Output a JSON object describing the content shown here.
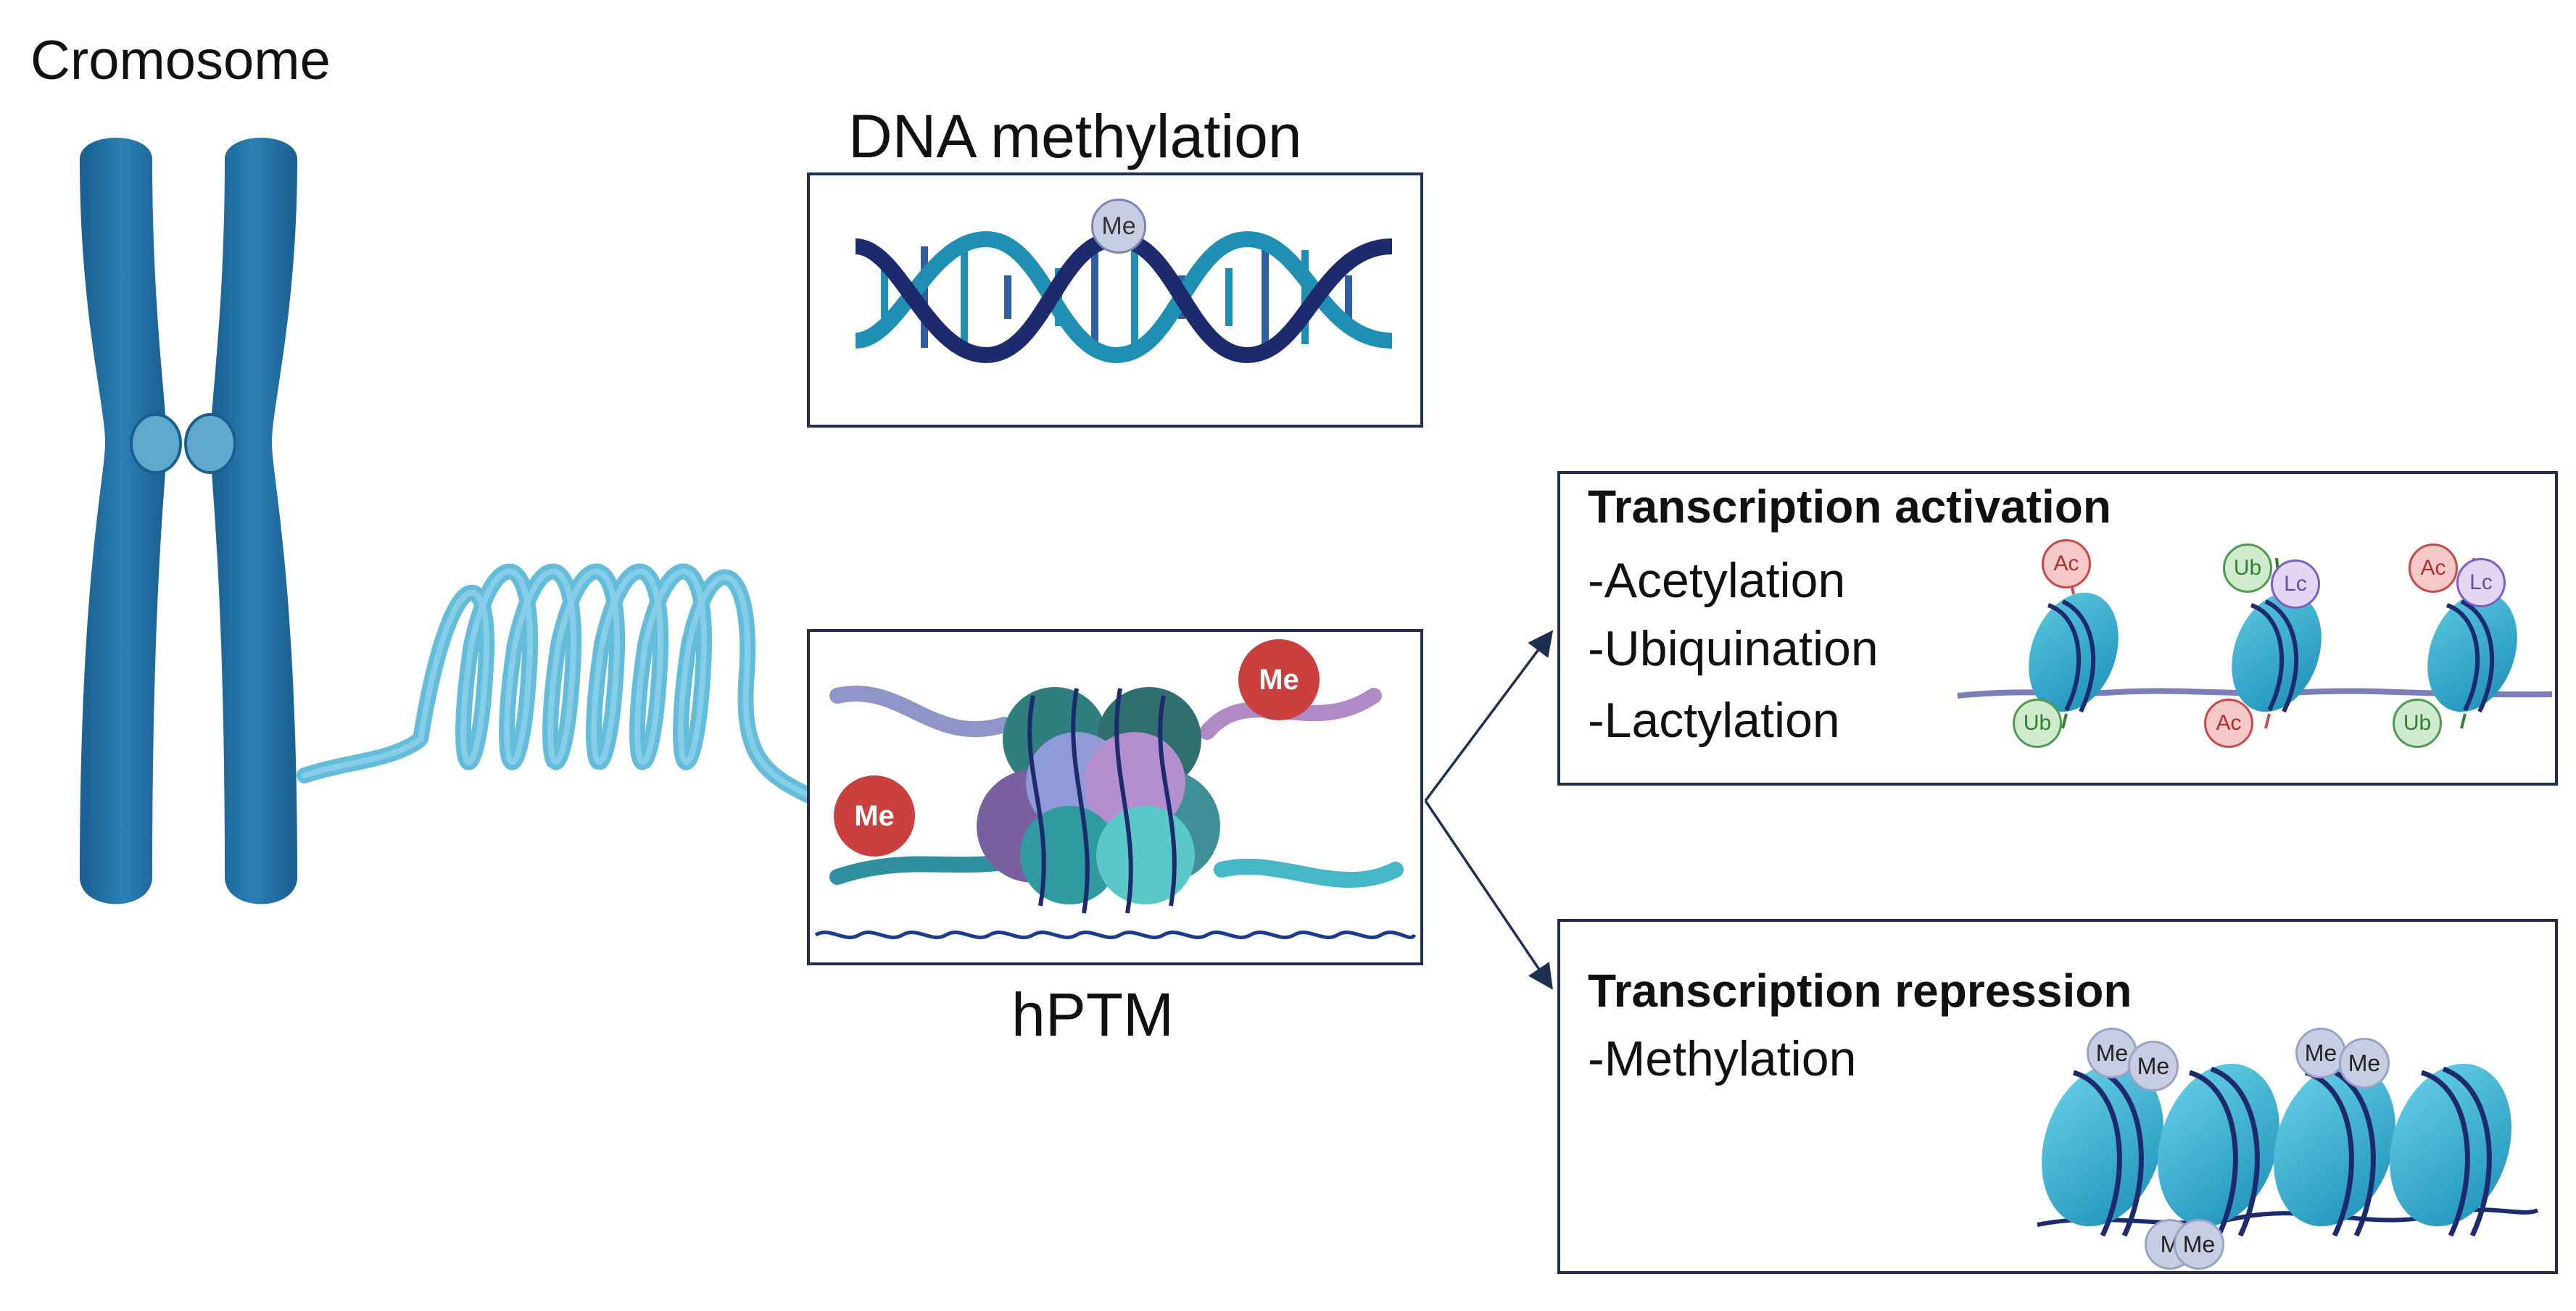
{
  "chromosome_label": "Cromosome",
  "dna_methylation": {
    "title": "DNA methylation",
    "mark": "Me"
  },
  "hptm": {
    "label": "hPTM",
    "mark_left": "Me",
    "mark_right": "Me"
  },
  "activation": {
    "title": "Transcription activation",
    "items": [
      "-Acetylation",
      "-Ubiquination",
      "-Lactylation"
    ],
    "marks": {
      "n1_top": "Ac",
      "n1_bottom": "Ub",
      "n2_top_a": "Ub",
      "n2_top_b": "Lc",
      "n2_bottom": "Ac",
      "n3_top_a": "Ac",
      "n3_top_b": "Lc",
      "n3_bottom": "Ub"
    }
  },
  "repression": {
    "title": "Transcription repression",
    "items": [
      "-Methylation"
    ],
    "marks": {
      "m1a": "Me",
      "m1b": "Me",
      "m2a": "Me",
      "m2b": "Me",
      "b1": "M",
      "b2": "Me"
    }
  },
  "colors": {
    "chromosome": "#1f6fa3",
    "chromatin": "#5bb8d8",
    "box_border": "#1f2f4f",
    "me_red": "#c9403f",
    "acetyl": "#e35d5d",
    "ubiquitin": "#5aa85a",
    "lactyl": "#8a66c7",
    "methyl_light": "#c7cde3"
  }
}
